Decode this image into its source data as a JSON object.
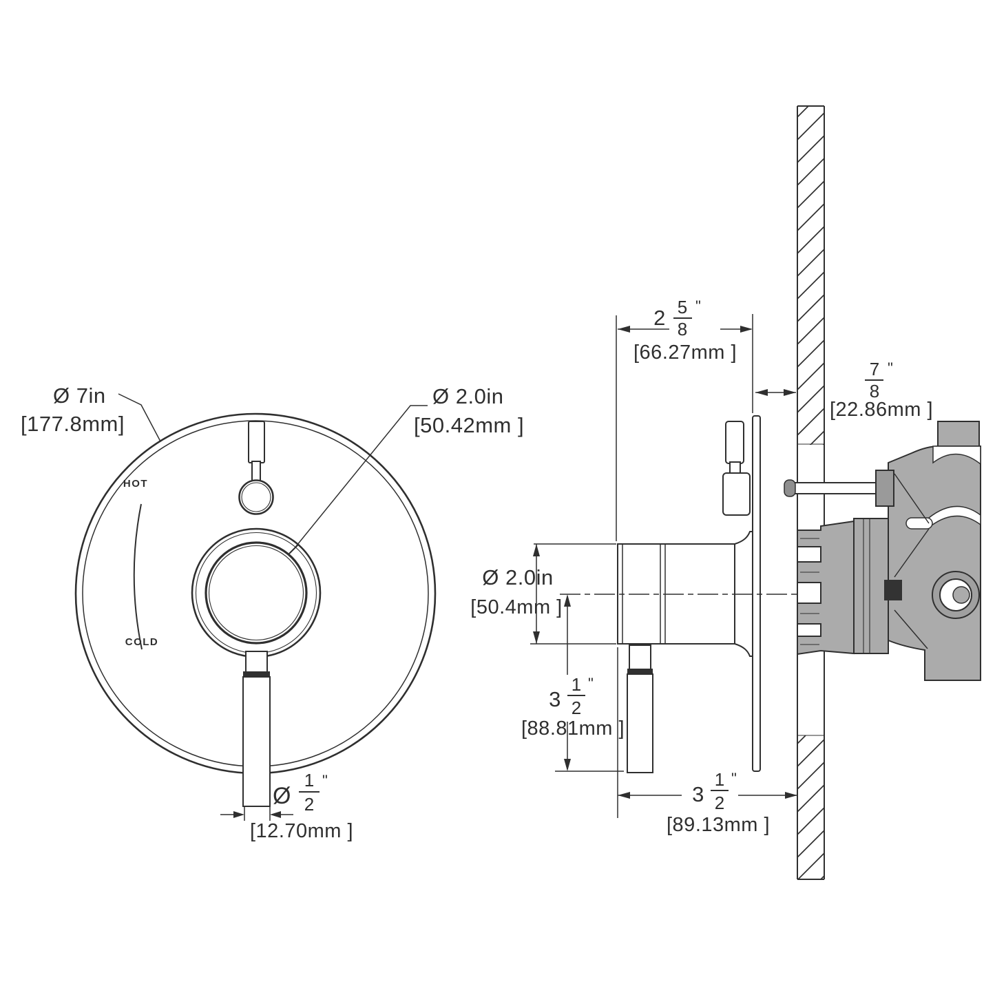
{
  "drawing": {
    "front_view": {
      "hot_label": "HOT",
      "cold_label": "COLD",
      "plate_diameter_in": "Ø 7in",
      "plate_diameter_mm": "[177.8mm]",
      "knob_diameter_in": "Ø 2.0in",
      "knob_diameter_mm": "[50.42mm ]",
      "handle_diameter": {
        "symbol": "Ø",
        "numerator": "1",
        "denominator": "2",
        "unit": "\"",
        "mm": "[12.70mm ]"
      }
    },
    "side_view": {
      "knob_projection": {
        "whole": "2",
        "numerator": "5",
        "denominator": "8",
        "unit": "\"",
        "mm": "[66.27mm ]"
      },
      "plate_to_wall": {
        "numerator": "7",
        "denominator": "8",
        "unit": "\"",
        "mm": "[22.86mm ]"
      },
      "knob_diameter_in": "Ø 2.0in",
      "knob_diameter_mm": "[50.4mm ]",
      "centerline_to_handle_tip": {
        "whole": "3",
        "numerator": "1",
        "denominator": "2",
        "unit": "\"",
        "mm": "[88.81mm ]"
      },
      "knob_front_to_wall": {
        "whole": "3",
        "numerator": "1",
        "denominator": "2",
        "unit": "\"",
        "mm": "[89.13mm ]"
      }
    },
    "colors": {
      "line": "#2f2f2f",
      "valve_fill": "#ababab",
      "valve_fill_dark": "#8f8f8f",
      "background": "#ffffff"
    }
  }
}
